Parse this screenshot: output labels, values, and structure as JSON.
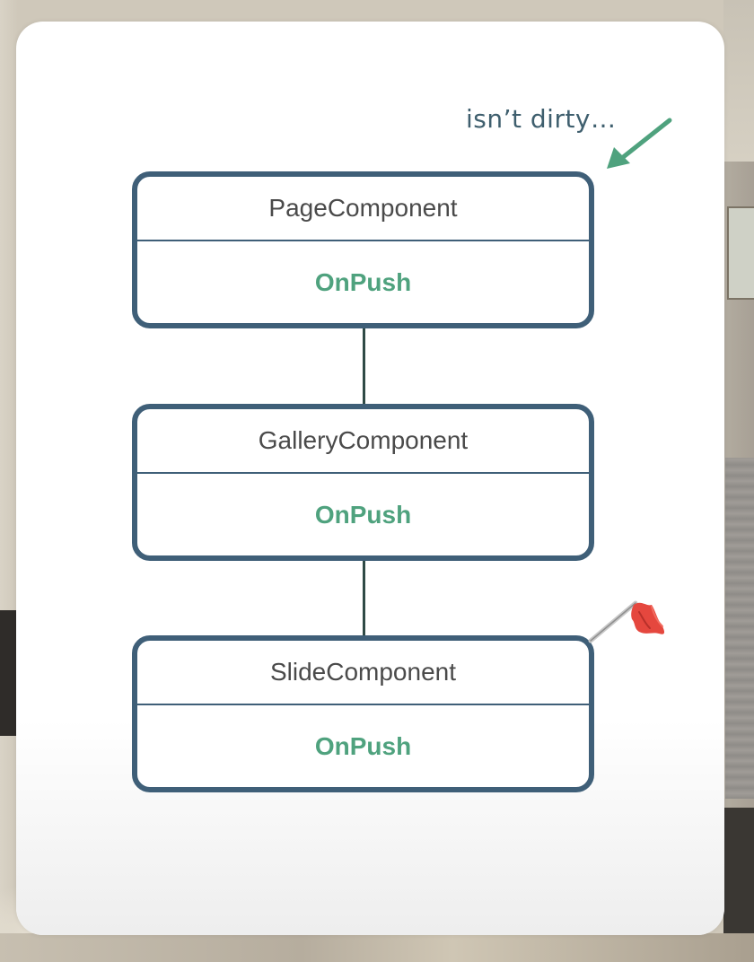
{
  "annotation": "isn’t dirty…",
  "nodes": [
    {
      "name": "PageComponent",
      "strategy": "OnPush"
    },
    {
      "name": "GalleryComponent",
      "strategy": "OnPush"
    },
    {
      "name": "SlideComponent",
      "strategy": "OnPush"
    }
  ],
  "icons": {
    "arrow": "arrow-down-left-icon",
    "flag": "red-flag-icon"
  },
  "colors": {
    "node_border": "#3f5f78",
    "strategy_text": "#4fa27e",
    "arrow": "#4fa27e",
    "flag": "#e5473e"
  }
}
